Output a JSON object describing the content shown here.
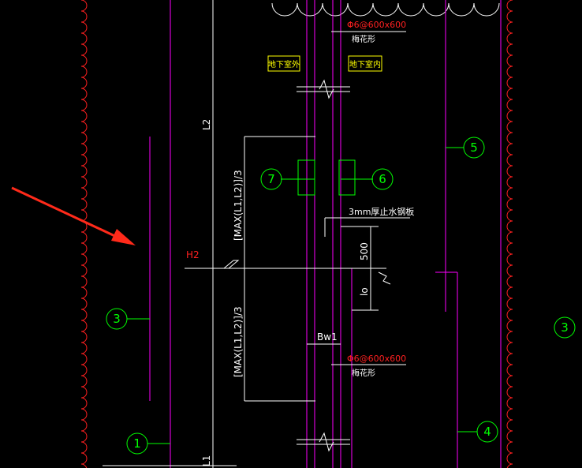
{
  "colors": {
    "background": "#000000",
    "magenta": "#ff00ff",
    "green": "#00ff00",
    "white": "#ffffff",
    "red": "#ff2020",
    "yellow": "#ffff00",
    "arrow": "#ff2a1a"
  },
  "labels": {
    "rebar_spec_top": "Φ6@600x600",
    "rebar_note_top": "梅花形",
    "rebar_spec_bottom": "Φ6@600x600",
    "rebar_note_bottom": "梅花形",
    "basement_outside": "地下室外",
    "basement_inside": "地下室内",
    "waterstop_label": "3mm厚止水钢板",
    "dim_l2": "L2",
    "dim_l1": "L1",
    "dim_max_upper": "[MAX(L1,L2)]/3",
    "dim_max_lower": "[MAX(L1,L2)]/3",
    "dim_500": "500",
    "dim_lo": "lo",
    "dim_bw1": "Bw1",
    "elevation_h2": "H2"
  },
  "callouts": {
    "c1": "1",
    "c3_left": "3",
    "c3_right": "3",
    "c4": "4",
    "c5": "5",
    "c6": "6",
    "c7": "7"
  }
}
